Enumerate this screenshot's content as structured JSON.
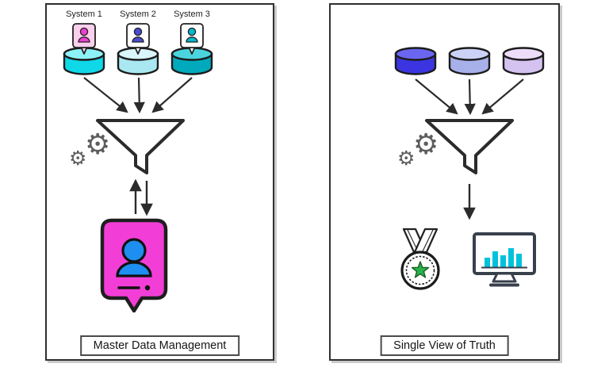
{
  "icons": {
    "gear": "⚙",
    "contact_card": "contact-card-icon",
    "database": "database-cylinder-icon",
    "funnel": "funnel-icon",
    "medal": "medal-icon",
    "dashboard": "dashboard-monitor-icon"
  },
  "panels": {
    "left": {
      "title": "Master Data Management",
      "systems": [
        {
          "label": "System 1",
          "card_bg": "#fbd0ec",
          "person": "#ee3fd0",
          "cyl_top": "#8df2f8",
          "cyl_body": "#0fd8e8"
        },
        {
          "label": "System 2",
          "card_bg": "#ffffff",
          "person": "#4a4ad0",
          "cyl_top": "#d9f6fa",
          "cyl_body": "#a9e8f0"
        },
        {
          "label": "System 3",
          "card_bg": "#ffffff",
          "person": "#00b8cc",
          "cyl_top": "#49d4de",
          "cyl_body": "#00aabc"
        }
      ],
      "master_card": {
        "bg": "#f23ed6",
        "person": "#1e8ef0"
      }
    },
    "right": {
      "title": "Single View of Truth",
      "cylinders": [
        {
          "top": "#6a66f2",
          "body": "#3a35e0"
        },
        {
          "top": "#ccd2f6",
          "body": "#a8b0ea"
        },
        {
          "top": "#ecdcf8",
          "body": "#d4c2f0"
        }
      ],
      "medal_star": "#27b24a",
      "chart_bar": "#00c2dc"
    }
  }
}
